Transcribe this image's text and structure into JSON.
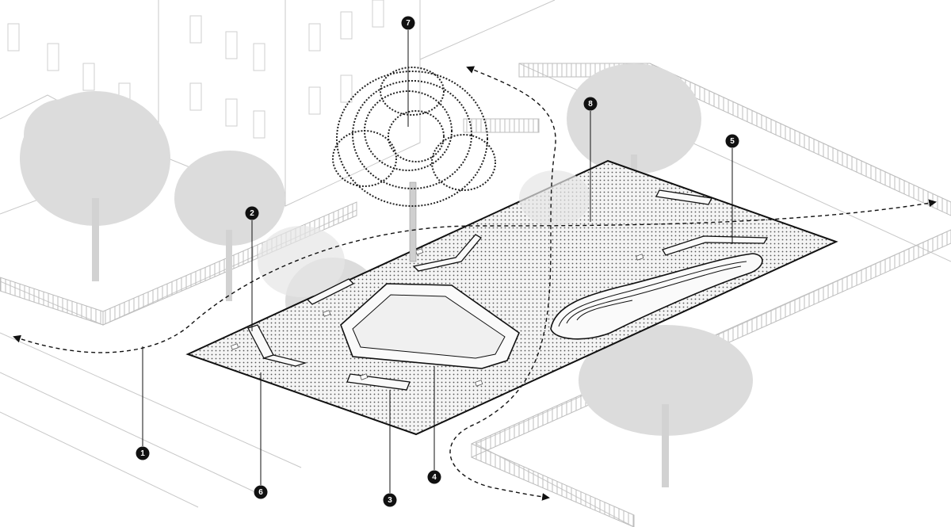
{
  "colors": {
    "background": "#ffffff",
    "context_line": "#c8c8c8",
    "context_tree": "#d9d9d9",
    "plaza_fill": "#f3f3f3",
    "plaza_stroke": "#111111",
    "ink": "#111111",
    "marker_fill": "#111111",
    "marker_text": "#ffffff"
  },
  "icons": {
    "marker": "numbered-callout-circle",
    "path_arrow": "dashed-arrow",
    "tree": "tree-silhouette"
  },
  "markers": [
    {
      "id": "1",
      "label": "1"
    },
    {
      "id": "2",
      "label": "2"
    },
    {
      "id": "3",
      "label": "3"
    },
    {
      "id": "4",
      "label": "4"
    },
    {
      "id": "5",
      "label": "5"
    },
    {
      "id": "6",
      "label": "6"
    },
    {
      "id": "7",
      "label": "7"
    },
    {
      "id": "8",
      "label": "8"
    }
  ]
}
